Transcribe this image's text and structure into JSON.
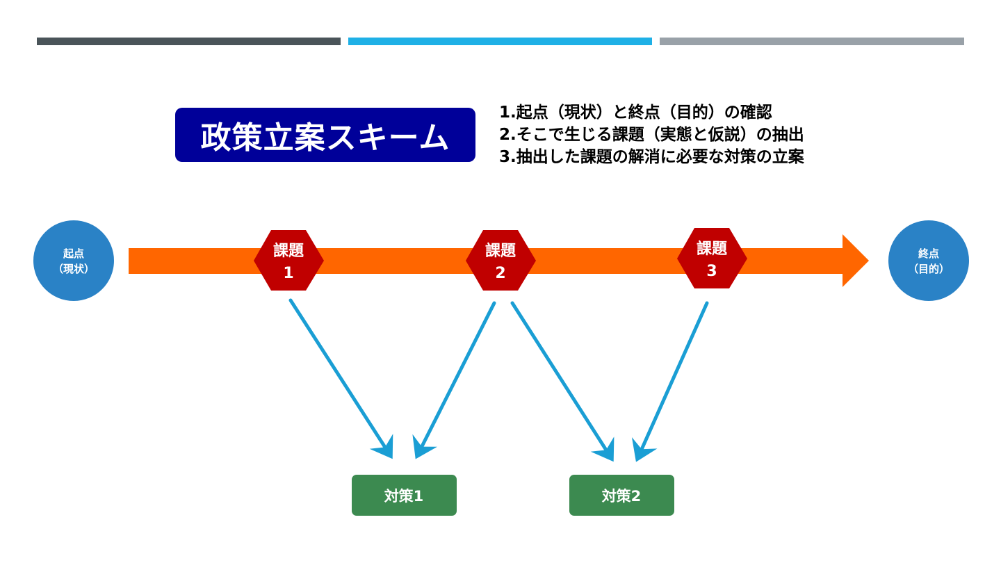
{
  "colors": {
    "bar_dark": "#4a5459",
    "bar_blue": "#1fb0e6",
    "bar_gray": "#99a1a8",
    "title_bg": "#000099",
    "circle": "#2a82c6",
    "arrow": "#ff6600",
    "issue": "#c00000",
    "connector": "#1a9ed4",
    "measure": "#3c8a50"
  },
  "title": "政策立案スキーム",
  "steps": [
    "1.起点（現状）と終点（目的）の確認",
    "2.そこで生じる課題（実態と仮説）の抽出",
    "3.抽出した課題の解消に必要な対策の立案"
  ],
  "start": {
    "line1": "起点",
    "line2": "（現状）"
  },
  "end": {
    "line1": "終点",
    "line2": "（目的）"
  },
  "issues": [
    {
      "label": "課題",
      "number": "1"
    },
    {
      "label": "課題",
      "number": "2"
    },
    {
      "label": "課題",
      "number": "3"
    }
  ],
  "measures": [
    "対策1",
    "対策2"
  ]
}
